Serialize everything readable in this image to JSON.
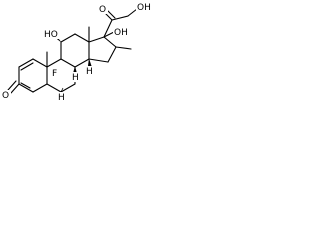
{
  "structure": {
    "type": "skeletal-formula",
    "labels": {
      "carbonyl_o_a": "O",
      "hydroxymethyl_oh": "OH",
      "oh_11": "HO",
      "h_8": "H",
      "oh_17": "OH",
      "h_14": "H",
      "fluoro": "F",
      "h_9": "H",
      "ketone_o_3": "O"
    }
  }
}
